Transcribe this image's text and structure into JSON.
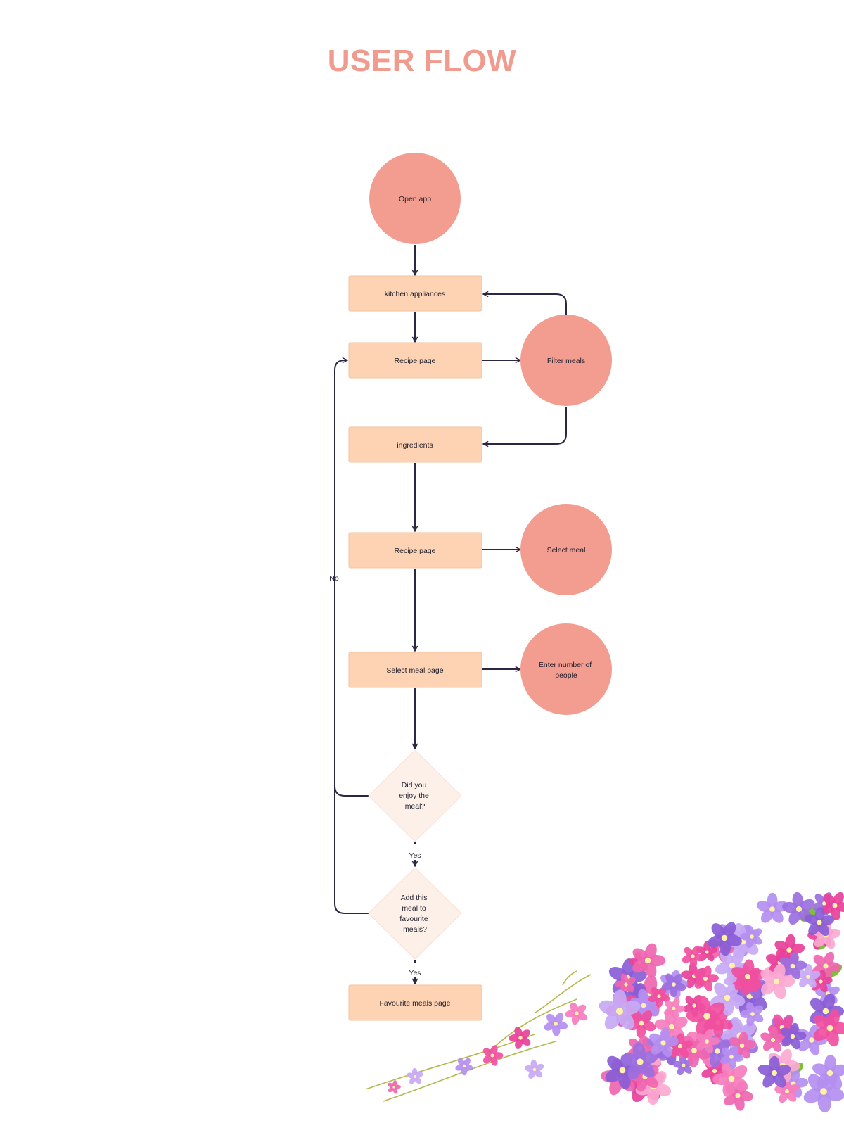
{
  "title": "USER FLOW",
  "colors": {
    "title": "#f19b8f",
    "circle": "#f29d90",
    "rect": "#fdd3b4",
    "diamond": "#fdf0e9",
    "edge": "#2b2742"
  },
  "nodes": {
    "open_app": "Open app",
    "kitchen_appliances": "kitchen appliances",
    "recipe_page_1": "Recipe page",
    "filter_meals": "Filter meals",
    "ingredients": "ingredients",
    "recipe_page_2": "Recipe page",
    "select_meal": "Select meal",
    "select_meal_page": "Select meal page",
    "enter_people": [
      "Enter number of",
      "people"
    ],
    "enjoy_meal": [
      "Did you",
      "enjoy the",
      "meal?"
    ],
    "add_favourite": [
      "Add this",
      "meal to",
      "favourite",
      "meals?"
    ],
    "favourite_page": "Favourite meals page"
  },
  "edge_labels": {
    "no": "No",
    "yes_1": "Yes",
    "yes_2": "Yes"
  },
  "decoration": "flower-bouquet"
}
